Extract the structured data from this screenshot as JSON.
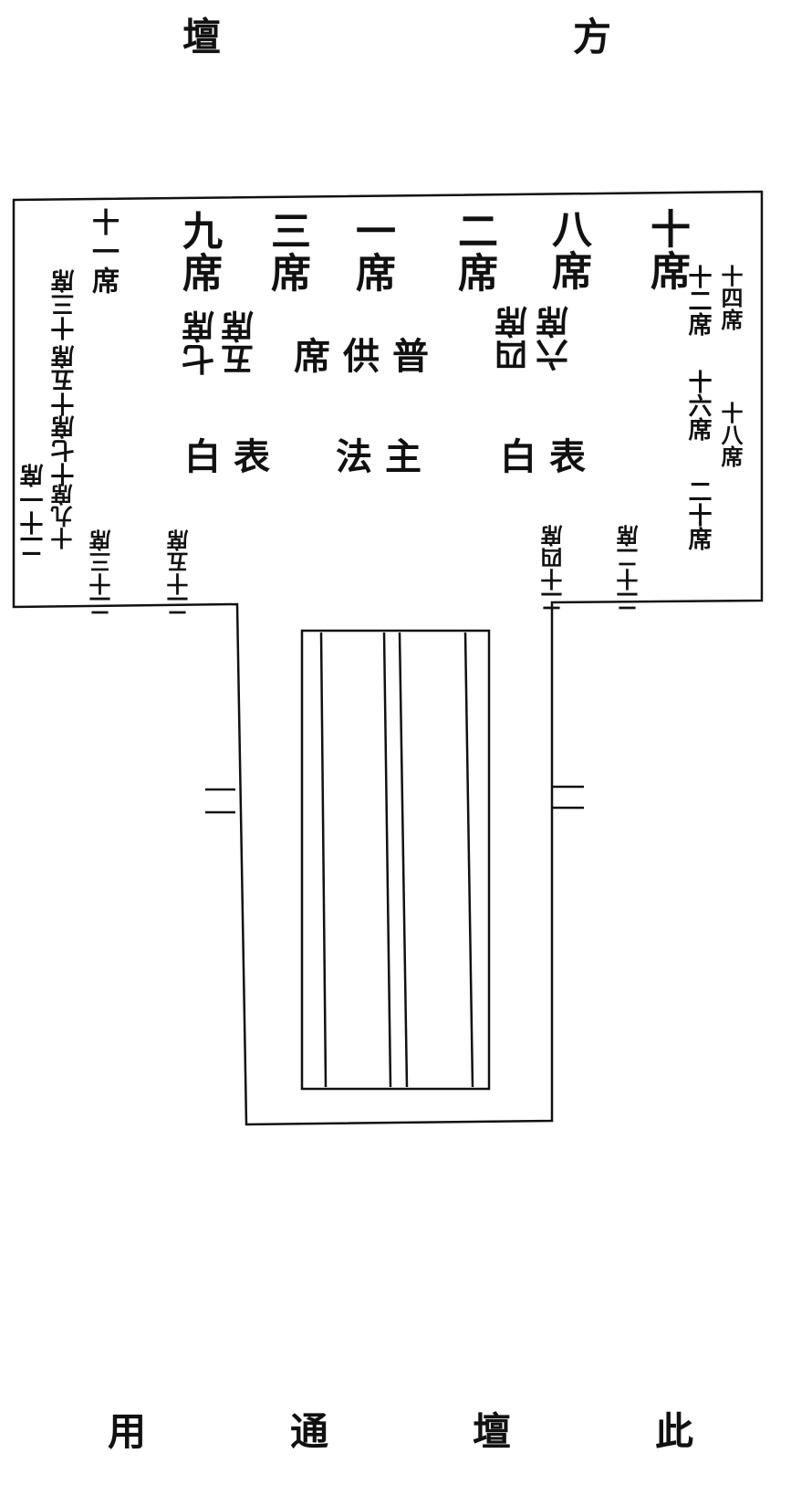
{
  "top_caption": {
    "left": "壇",
    "right": "方"
  },
  "bottom_caption": {
    "c1": "用",
    "c2": "通",
    "c3": "壇",
    "c4": "此"
  },
  "top_row_seats": [
    "十一席",
    "九席",
    "三席",
    "一席",
    "二席",
    "八席",
    "十席"
  ],
  "left_side_seats": [
    "十三席",
    "十五席",
    "十七席",
    "十九席",
    "二十一席"
  ],
  "right_side_seats": [
    "十二席",
    "十四席",
    "十六席",
    "十八席",
    "二十席"
  ],
  "bottom_left_seats": [
    "二十五席",
    "二十三席"
  ],
  "bottom_right_seats": [
    "二十四席",
    "二十二席"
  ],
  "inner": {
    "left_seats": [
      "五席",
      "七席"
    ],
    "right_seats": [
      "六席",
      "四席"
    ],
    "center": "普供席",
    "left_label": "表白",
    "center_label": "主法",
    "right_label": "表白"
  },
  "stairs": {
    "left": "二",
    "right": "二"
  }
}
